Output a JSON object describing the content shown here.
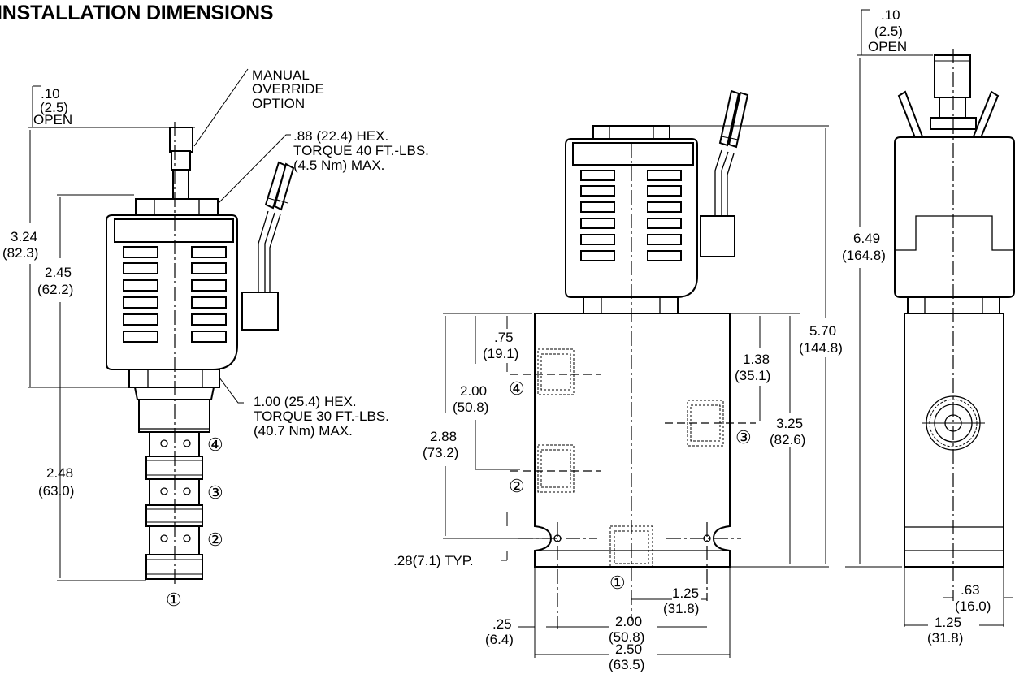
{
  "title": "INSTALLATION DIMENSIONS",
  "left_view": {
    "open_in": ".10",
    "open_mm": "(2.5)",
    "open_label": "OPEN",
    "manual_override": [
      "MANUAL",
      "OVERRIDE",
      "OPTION"
    ],
    "nut_hex": ".88 (22.4) HEX.",
    "nut_torque": "TORQUE 40 FT.-LBS.",
    "nut_torque_max": "(4.5 Nm) MAX.",
    "cart_hex": "1.00 (25.4) HEX.",
    "cart_torque": "TORQUE 30 FT.-LBS.",
    "cart_torque_max": "(40.7 Nm) MAX.",
    "dim_overall_in": "3.24",
    "dim_overall_mm": "(82.3)",
    "dim_coil_in": "2.45",
    "dim_coil_mm": "(62.2)",
    "dim_cart_in": "2.48",
    "dim_cart_mm": "(63.0)",
    "port_4": "④",
    "port_3": "③",
    "port_2": "②",
    "port_1": "①"
  },
  "middle_view": {
    "dim_75_in": ".75",
    "dim_75_mm": "(19.1)",
    "dim_200_in": "2.00",
    "dim_200_mm": "(50.8)",
    "dim_288_in": "2.88",
    "dim_288_mm": "(73.2)",
    "dim_138_in": "1.38",
    "dim_138_mm": "(35.1)",
    "dim_325_in": "3.25",
    "dim_325_mm": "(82.6)",
    "dim_570_in": "5.70",
    "dim_570_mm": "(144.8)",
    "dim_028": ".28(7.1) TYP.",
    "dim_125_in": "1.25",
    "dim_125_mm": "(31.8)",
    "dim_w200_in": "2.00",
    "dim_w200_mm": "(50.8)",
    "dim_250_in": "2.50",
    "dim_250_mm": "(63.5)",
    "dim_025_in": ".25",
    "dim_025_mm": "(6.4)",
    "port_4": "④",
    "port_3": "③",
    "port_2": "②",
    "port_1": "①"
  },
  "right_view": {
    "open_in": ".10",
    "open_mm": "(2.5)",
    "open_label": "OPEN",
    "dim_649_in": "6.49",
    "dim_649_mm": "(164.8)",
    "dim_063_in": ".63",
    "dim_063_mm": "(16.0)",
    "dim_125_in": "1.25",
    "dim_125_mm": "(31.8)"
  }
}
